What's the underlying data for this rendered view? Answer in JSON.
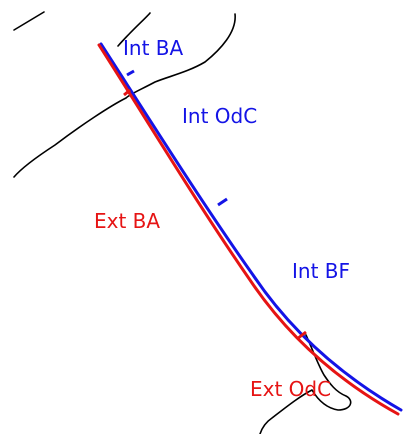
{
  "labels": {
    "int_ba": "Int BA",
    "int_odc": "Int OdC",
    "ext_ba": "Ext BA",
    "int_bf": "Int BF",
    "ext_odc": "Ext OdC"
  },
  "colors": {
    "interior": "#1414e6",
    "exterior": "#e61414",
    "outline": "#000000",
    "background": "#ffffff"
  }
}
